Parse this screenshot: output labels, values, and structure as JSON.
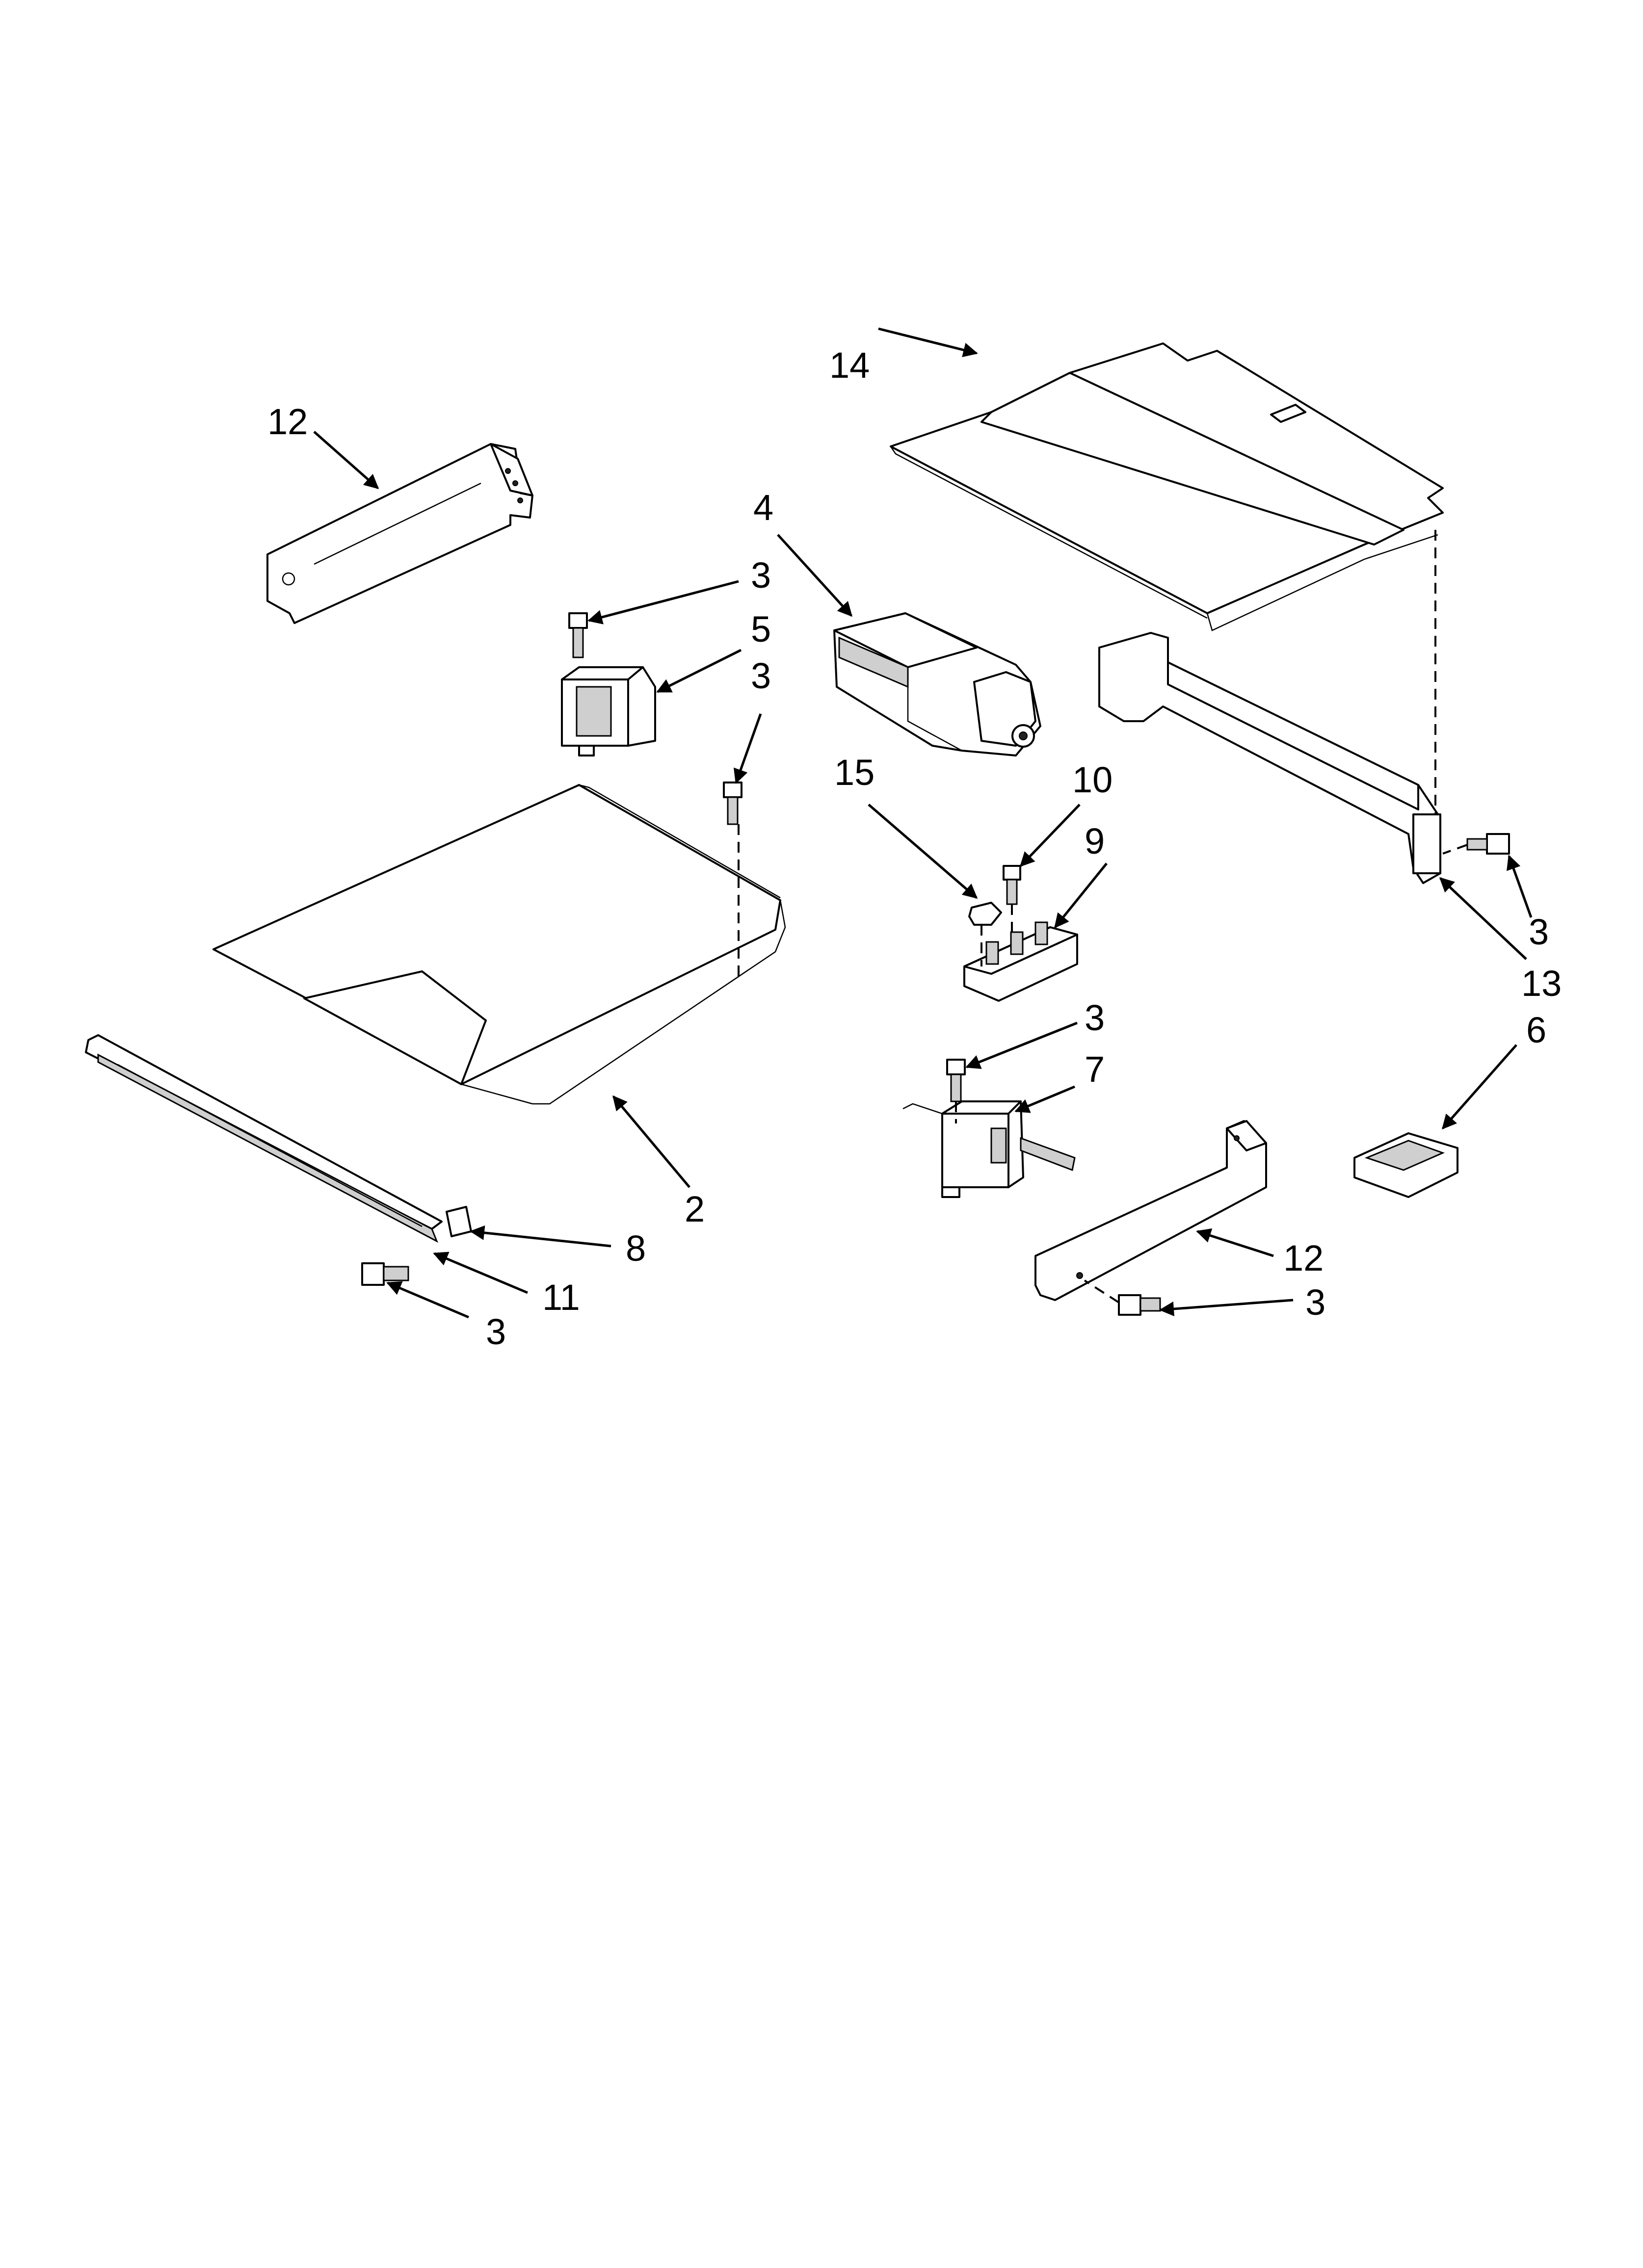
{
  "callouts": {
    "c14": "14",
    "c12_top": "12",
    "c4": "4",
    "c3_a": "3",
    "c5": "5",
    "c3_b": "3",
    "c15": "15",
    "c10": "10",
    "c9": "9",
    "c3_right": "3",
    "c13": "13",
    "c6": "6",
    "c3_c": "3",
    "c7": "7",
    "c2": "2",
    "c8": "8",
    "c11": "11",
    "c3_bottom_left": "3",
    "c12_bottom": "12",
    "c3_bottom_right": "3"
  }
}
